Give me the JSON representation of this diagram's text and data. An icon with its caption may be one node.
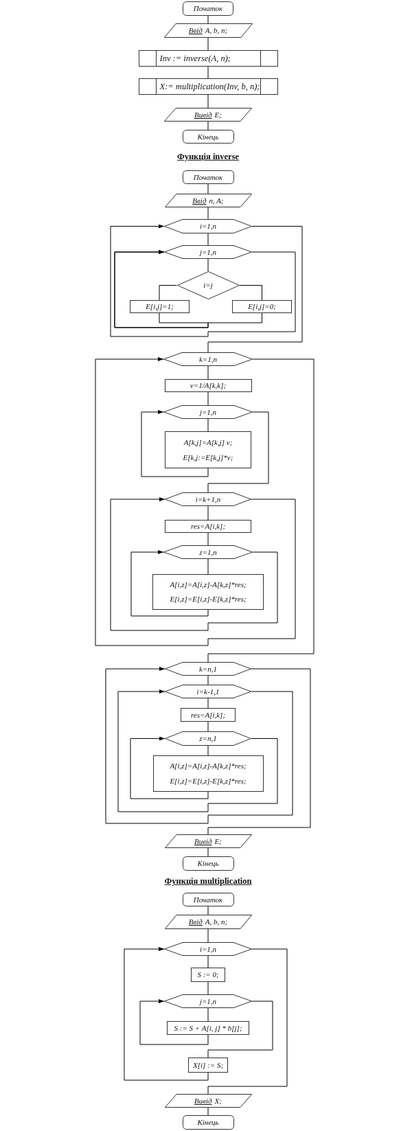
{
  "diagram": {
    "nodes": [
      {
        "text": [
          "Початок"
        ]
      },
      {
        "text": [
          "Ввід",
          "A, b, n;"
        ]
      },
      {
        "text": [
          "Inv := inverse(A, n);"
        ]
      },
      {
        "text": [
          "X:= multiplication(Inv, b, n);"
        ]
      },
      {
        "text": [
          "Вивід",
          "E;"
        ]
      },
      {
        "text": [
          "Кінець"
        ]
      },
      {
        "text": [
          "Початок"
        ]
      },
      {
        "text": [
          "Ввід",
          "n, A;"
        ]
      },
      {
        "text": [
          "i=1,n"
        ]
      },
      {
        "text": [
          "j=1,n"
        ]
      },
      {
        "text": [
          "i=j"
        ]
      },
      {
        "text": [
          "E[i,j]=1;"
        ]
      },
      {
        "text": [
          "E[i,j]=0;"
        ]
      },
      {
        "text": [
          "k=1,n"
        ]
      },
      {
        "text": [
          "v=1/A[k,k];"
        ]
      },
      {
        "text": [
          "j=1,n"
        ]
      },
      {
        "text": [
          "A[k,j]=A[k,j] v;",
          "E[k,j:=E[k,j]*v;"
        ]
      },
      {
        "text": [
          "i=k+1,n"
        ]
      },
      {
        "text": [
          "res=A[i,k];"
        ]
      },
      {
        "text": [
          "z=1,n"
        ]
      },
      {
        "text": [
          "A[i,z]=A[i,z]-A[k,z]*res;",
          "E[i,z]=E[i,z]-E[k,z]*res;"
        ]
      },
      {
        "text": [
          "k=n,1"
        ]
      },
      {
        "text": [
          "i=k-1,1"
        ]
      },
      {
        "text": [
          "res=A[i,k];"
        ]
      },
      {
        "text": [
          "z=n,1"
        ]
      },
      {
        "text": [
          "A[i,z]=A[i,z]-A[k,z]*res;",
          "E[i,z]=E[i,z]-E[k,z]*res;"
        ]
      },
      {
        "text": [
          "Вивід",
          "E;"
        ]
      },
      {
        "text": [
          "Кінець"
        ]
      },
      {
        "text": [
          "Початок"
        ]
      },
      {
        "text": [
          "Ввід",
          "A, b, n;"
        ]
      },
      {
        "text": [
          "i=1,n"
        ]
      },
      {
        "text": [
          "S := 0;"
        ]
      },
      {
        "text": [
          "j=1,n"
        ]
      },
      {
        "text": [
          "S := S + A[i, j] * b[j];"
        ]
      },
      {
        "text": [
          "X[i] := S;"
        ]
      },
      {
        "text": [
          "Вивід",
          "X;"
        ]
      },
      {
        "text": [
          "Кінець"
        ]
      }
    ],
    "edges": [
      {
        "from": 0,
        "to": 1,
        "arrow": "none"
      },
      {
        "from": 1,
        "to": 2,
        "arrow": "none"
      },
      {
        "from": 2,
        "to": 3,
        "arrow": "none"
      },
      {
        "from": 3,
        "to": 4,
        "arrow": "none"
      },
      {
        "from": 4,
        "to": 5,
        "arrow": "none"
      },
      {
        "from": 6,
        "to": 7,
        "arrow": "none"
      },
      {
        "from": 7,
        "to": 8,
        "arrow": "none"
      },
      {
        "from": 8,
        "to": 9,
        "arrow": "none"
      },
      {
        "from": 9,
        "to": 10,
        "arrow": "none"
      },
      {
        "from": 10,
        "to": 11,
        "arrow": "none"
      },
      {
        "from": 10,
        "to": 12,
        "arrow": "none"
      },
      {
        "from": 11,
        "to": 9,
        "arrow": "to"
      },
      {
        "from": 12,
        "to": 9,
        "arrow": "to"
      },
      {
        "from": 9,
        "to": 8,
        "arrow": "to"
      },
      {
        "from": 8,
        "to": 13,
        "arrow": "none"
      },
      {
        "from": 13,
        "to": 14,
        "arrow": "none"
      },
      {
        "from": 14,
        "to": 15,
        "arrow": "none"
      },
      {
        "from": 15,
        "to": 16,
        "arrow": "none"
      },
      {
        "from": 16,
        "to": 15,
        "arrow": "to"
      },
      {
        "from": 15,
        "to": 17,
        "arrow": "none"
      },
      {
        "from": 17,
        "to": 18,
        "arrow": "none"
      },
      {
        "from": 18,
        "to": 19,
        "arrow": "none"
      },
      {
        "from": 19,
        "to": 20,
        "arrow": "none"
      },
      {
        "from": 20,
        "to": 19,
        "arrow": "to"
      },
      {
        "from": 19,
        "to": 17,
        "arrow": "to"
      },
      {
        "from": 17,
        "to": 13,
        "arrow": "to"
      },
      {
        "from": 13,
        "to": 21,
        "arrow": "none"
      },
      {
        "from": 21,
        "to": 22,
        "arrow": "none"
      },
      {
        "from": 22,
        "to": 23,
        "arrow": "none"
      },
      {
        "from": 23,
        "to": 24,
        "arrow": "none"
      },
      {
        "from": 24,
        "to": 25,
        "arrow": "none"
      },
      {
        "from": 25,
        "to": 24,
        "arrow": "to"
      },
      {
        "from": 24,
        "to": 22,
        "arrow": "to"
      },
      {
        "from": 22,
        "to": 21,
        "arrow": "to"
      },
      {
        "from": 21,
        "to": 26,
        "arrow": "none"
      },
      {
        "from": 26,
        "to": 27,
        "arrow": "none"
      },
      {
        "from": 28,
        "to": 29,
        "arrow": "none"
      },
      {
        "from": 29,
        "to": 30,
        "arrow": "none"
      },
      {
        "from": 30,
        "to": 31,
        "arrow": "none"
      },
      {
        "from": 31,
        "to": 32,
        "arrow": "none"
      },
      {
        "from": 32,
        "to": 33,
        "arrow": "none"
      },
      {
        "from": 33,
        "to": 32,
        "arrow": "to"
      },
      {
        "from": 32,
        "to": 34,
        "arrow": "none"
      },
      {
        "from": 34,
        "to": 30,
        "arrow": "to"
      },
      {
        "from": 30,
        "to": 35,
        "arrow": "none"
      },
      {
        "from": 35,
        "to": 36,
        "arrow": "none"
      }
    ],
    "labels": [
      "Функція inverse",
      "Функція multiplication"
    ]
  }
}
